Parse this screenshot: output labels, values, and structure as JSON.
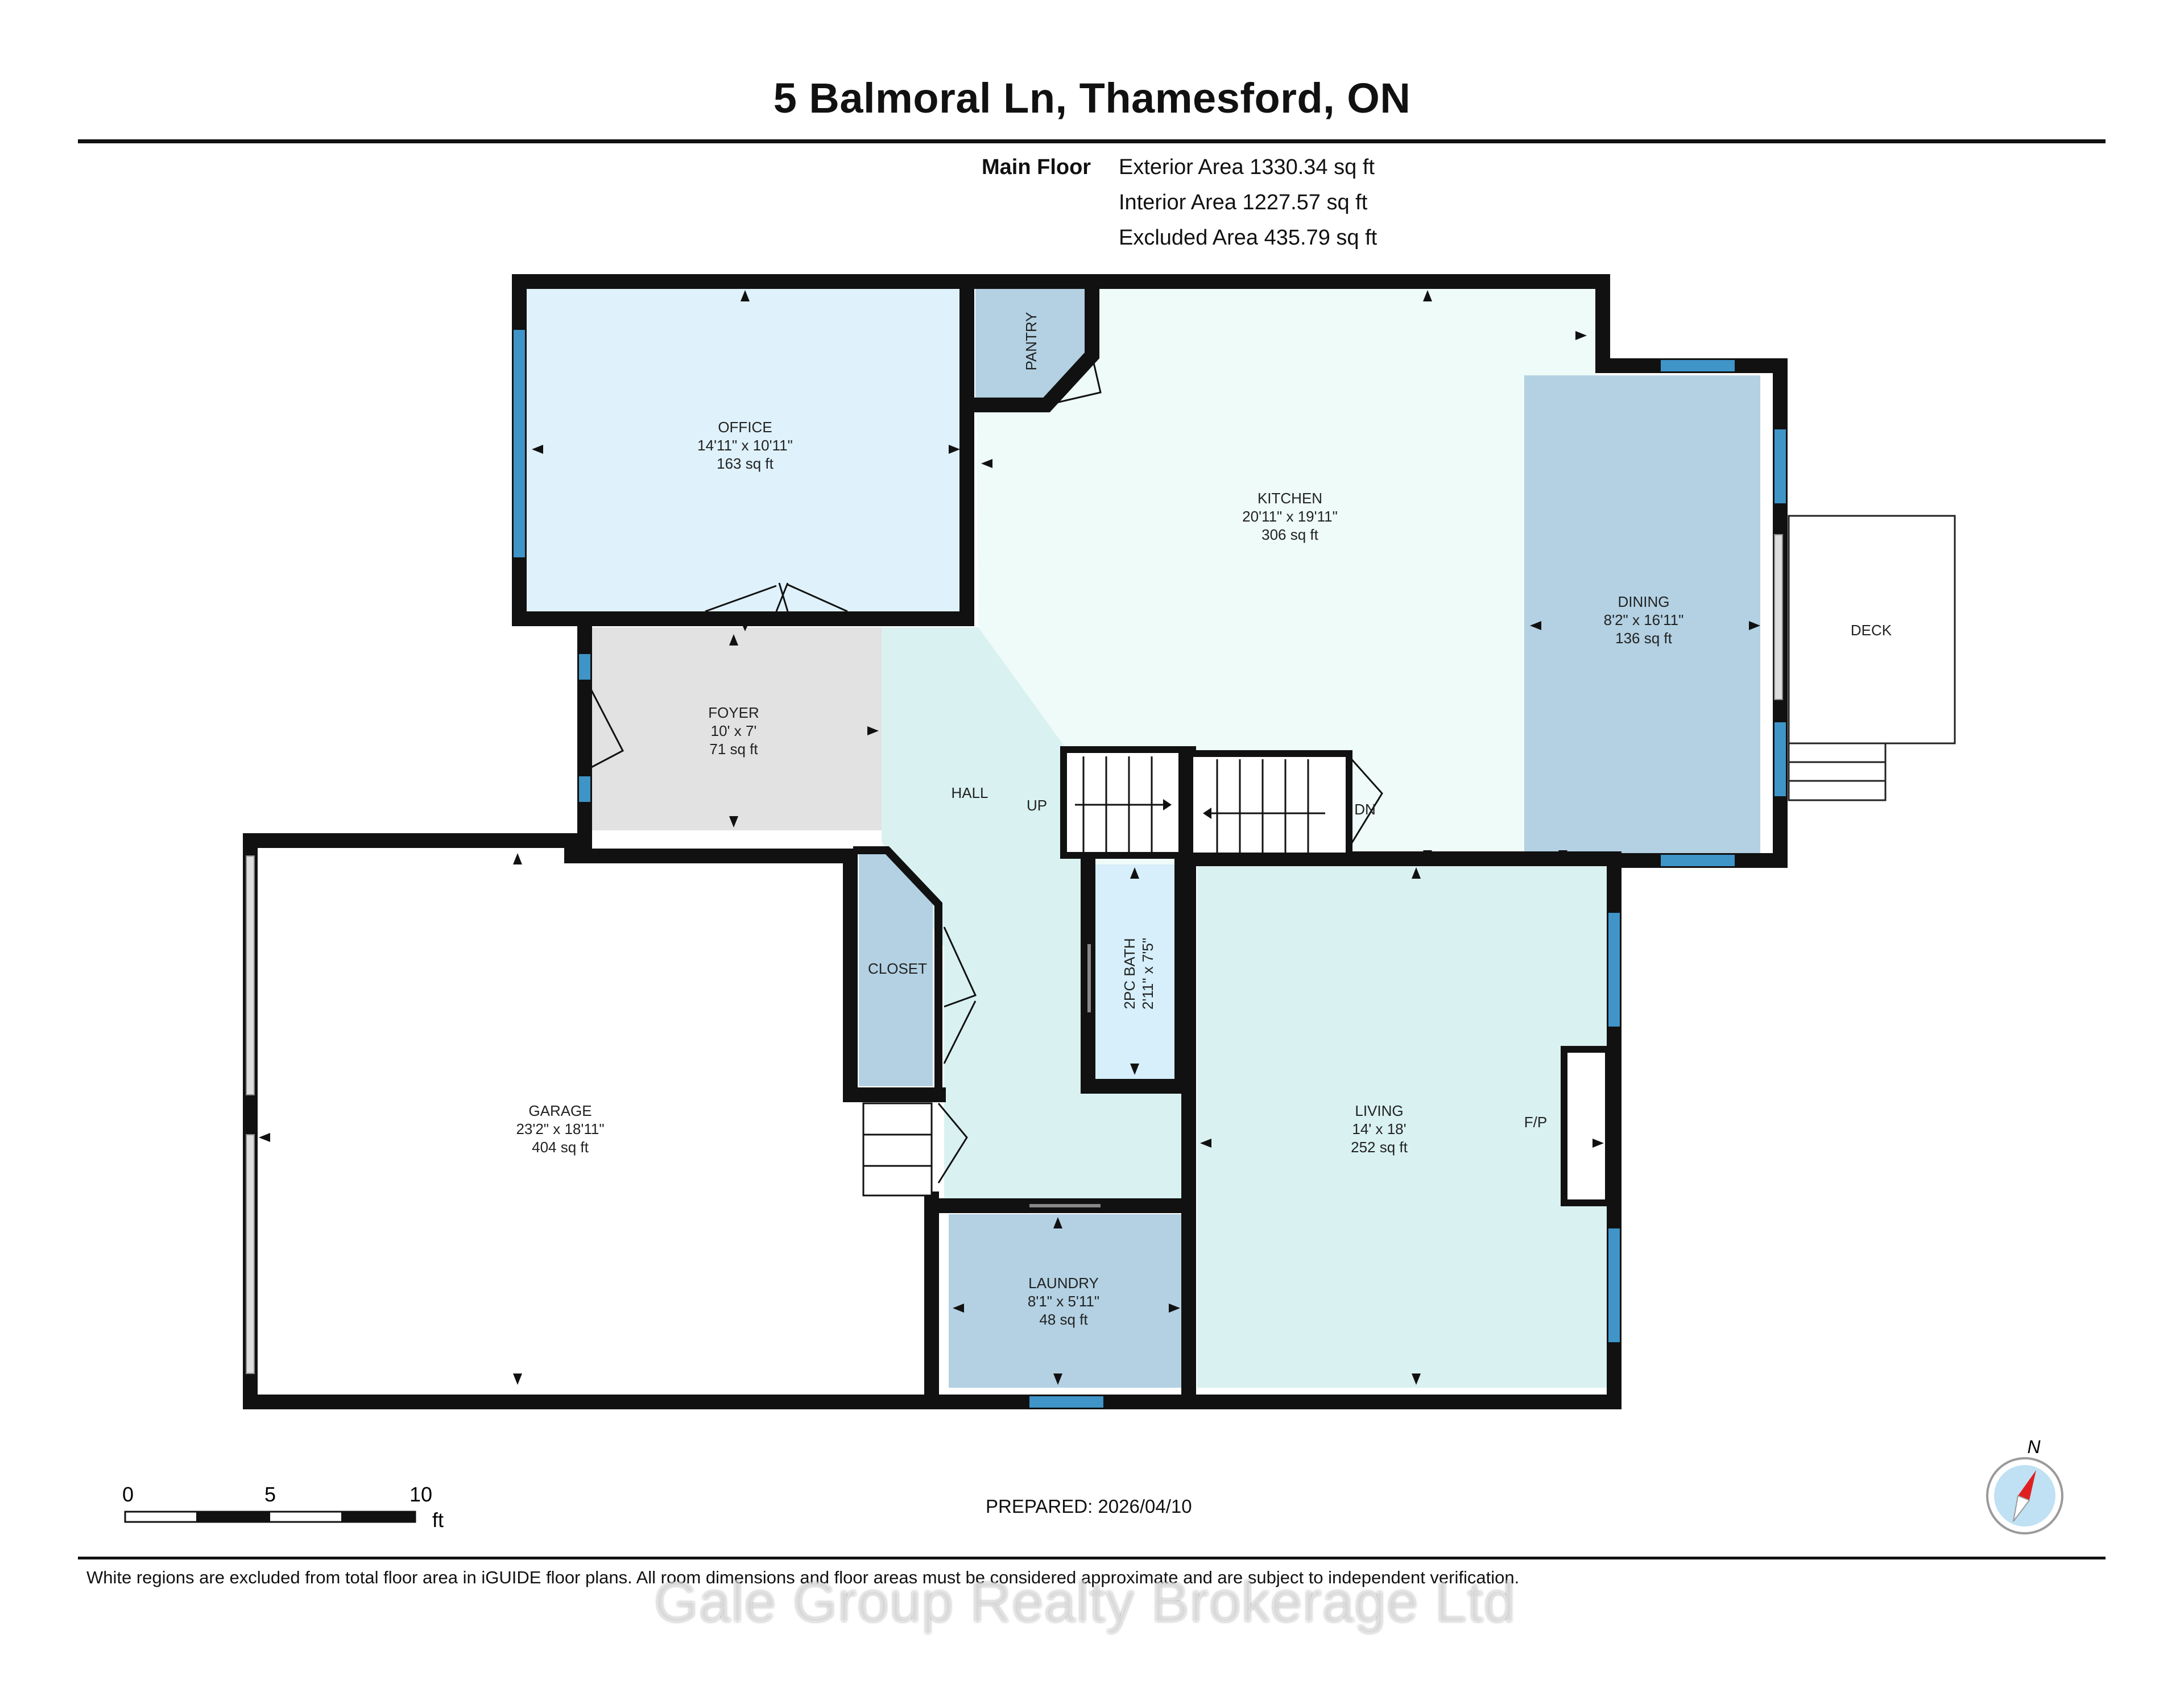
{
  "title": "5 Balmoral Ln, Thamesford, ON",
  "floor": {
    "name": "Main Floor",
    "exterior": "Exterior Area 1330.34 sq ft",
    "interior": "Interior Area 1227.57 sq ft",
    "excluded": "Excluded Area 435.79 sq ft"
  },
  "rooms": {
    "office": {
      "name": "OFFICE",
      "dims": "14'11\" x 10'11\"",
      "area": "163 sq ft"
    },
    "pantry": {
      "name": "PANTRY"
    },
    "kitchen": {
      "name": "KITCHEN",
      "dims": "20'11\" x 19'11\"",
      "area": "306 sq ft"
    },
    "dining": {
      "name": "DINING",
      "dims": "8'2\" x 16'11\"",
      "area": "136 sq ft"
    },
    "deck": {
      "name": "DECK"
    },
    "foyer": {
      "name": "FOYER",
      "dims": "10' x 7'",
      "area": "71 sq ft"
    },
    "hall": {
      "name": "HALL"
    },
    "closet": {
      "name": "CLOSET"
    },
    "bath": {
      "name": "2PC BATH",
      "dims": "2'11\" x 7'5\""
    },
    "garage": {
      "name": "GARAGE",
      "dims": "23'2\" x 18'11\"",
      "area": "404 sq ft"
    },
    "living": {
      "name": "LIVING",
      "dims": "14' x 18'",
      "area": "252 sq ft"
    },
    "laundry": {
      "name": "LAUNDRY",
      "dims": "8'1\" x 5'11\"",
      "area": "48 sq ft"
    }
  },
  "labels": {
    "up": "UP",
    "down": "DN",
    "fireplace": "F/P"
  },
  "scale": {
    "ticks": [
      "0",
      "5",
      "10"
    ],
    "unit": "ft"
  },
  "compass": {
    "north": "N"
  },
  "prepared": "PREPARED: 2026/04/10",
  "disclaimer": "White regions are excluded from total floor area in iGUIDE floor plans. All room dimensions and floor areas must be considered approximate and are subject to independent verification.",
  "watermark": "Gale Group Realty Brokerage Ltd",
  "colors": {
    "office": "#dff1fa",
    "kitchen": "#eefbf8",
    "hall": "#d9f1f1",
    "living": "#d9f1f1",
    "dining": "#b3d1e3",
    "closet": "#b3d1e3",
    "laundry": "#b3d1e3",
    "pantry": "#b3d1e3",
    "bath": "#d6effa",
    "foyer": "#e2e2e2",
    "window": "#3f94c8",
    "wall": "#111111",
    "compass": "#e02020"
  }
}
